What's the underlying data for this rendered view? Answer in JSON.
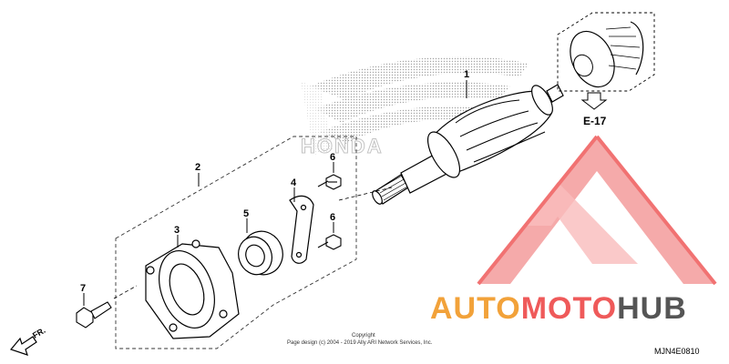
{
  "diagram": {
    "callouts": {
      "c1": "1",
      "c2": "2",
      "c3": "3",
      "c4": "4",
      "c5": "5",
      "c6a": "6",
      "c6b": "6",
      "c7": "7"
    },
    "reference": "E-17",
    "direction": "FR.",
    "copyright_line1": "Copyright",
    "copyright_line2": "Page design (c) 2004 - 2019 Ally ARI Network Services, Inc.",
    "part_code": "MJN4E0810"
  },
  "watermark": {
    "brand_text": "HONDA",
    "name_auto": "AUTO",
    "name_moto": "MOTO",
    "name_hub": "HUB",
    "colors": {
      "orange": "#f2a23a",
      "red": "#ef5a5a",
      "gray": "#555555"
    }
  }
}
